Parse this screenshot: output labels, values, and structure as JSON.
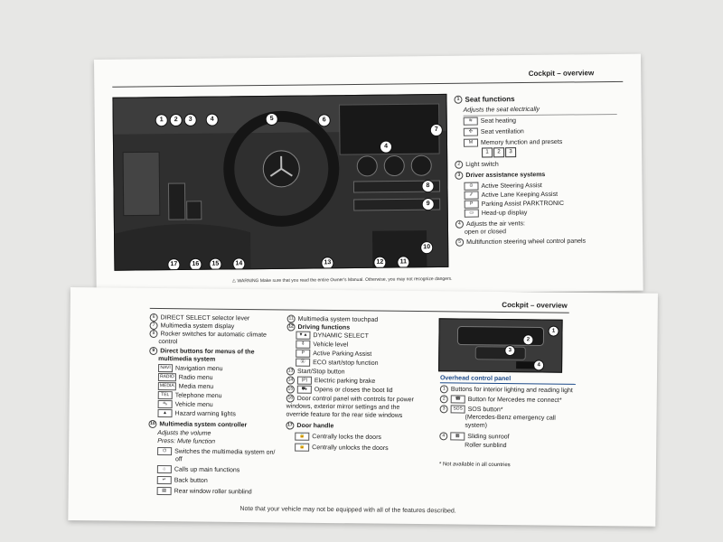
{
  "upper_page": {
    "header": "Cockpit – overview",
    "callouts": [
      "1",
      "2",
      "3",
      "4",
      "5",
      "6",
      "7",
      "4",
      "8",
      "9",
      "10",
      "11",
      "12",
      "13",
      "14",
      "15",
      "16",
      "17"
    ],
    "legend": [
      {
        "n": "1",
        "text": "Seat functions",
        "bold": true
      },
      {
        "text": "Adjusts the seat electrically",
        "italic": true,
        "indent": 1
      },
      {
        "icon": "seat-heat",
        "text": "Seat heating",
        "indent": 1
      },
      {
        "icon": "seat-vent",
        "text": "Seat ventilation",
        "indent": 1
      },
      {
        "icon": "M",
        "text": "Memory function and presets",
        "indent": 1
      },
      {
        "n": "2",
        "text": "Light switch"
      },
      {
        "n": "3",
        "text": "Driver assistance systems",
        "bold": true
      },
      {
        "icon": "steer",
        "text": "Active Steering Assist",
        "indent": 1
      },
      {
        "icon": "lane",
        "text": "Active Lane Keeping Assist",
        "indent": 1
      },
      {
        "icon": "park",
        "text": "Parking Assist PARKTRONIC",
        "indent": 1
      },
      {
        "icon": "hud",
        "text": "Head-up display",
        "indent": 1
      },
      {
        "n": "4",
        "text": "Adjusts the air vents:"
      },
      {
        "text": "open  or closed ",
        "indent": 1
      },
      {
        "n": "5",
        "text": "Multifunction steering wheel control panels"
      }
    ],
    "memory_buttons": [
      "1",
      "2",
      "3"
    ],
    "warning": "WARNING  Make sure that you read the entire Owner's Manual. Otherwise, you may not recognize dangers."
  },
  "lower_page": {
    "header": "Cockpit – overview",
    "col1": [
      {
        "n": "6",
        "text": "DIRECT SELECT selector lever"
      },
      {
        "n": "7",
        "text": "Multimedia system display"
      },
      {
        "n": "8",
        "text": "Rocker switches for automatic climate"
      },
      {
        "text": "control",
        "indent": 1
      },
      {
        "n": "9",
        "text": "Direct buttons for menus of the",
        "bold": true
      },
      {
        "text": "multimedia system",
        "bold": true,
        "indent": 1
      },
      {
        "icon": "NAVI",
        "text": "Navigation menu",
        "indent": 1
      },
      {
        "icon": "RADIO",
        "text": "Radio menu",
        "indent": 1
      },
      {
        "icon": "MEDIA",
        "text": "Media menu",
        "indent": 1
      },
      {
        "icon": "TEL",
        "text": "Telephone menu",
        "indent": 1
      },
      {
        "icon": "car",
        "text": "Vehicle menu",
        "indent": 1
      },
      {
        "icon": "▲",
        "text": "Hazard warning lights",
        "indent": 1
      },
      {
        "n": "10",
        "text": "Multimedia system controller",
        "bold": true
      },
      {
        "text": "Adjusts the volume",
        "italic": true,
        "indent": 1
      },
      {
        "text": "Press: Mute function",
        "italic": true,
        "indent": 1
      },
      {
        "icon": "⏻",
        "text": "Switches the multimedia system on/",
        "indent": 1
      },
      {
        "text": "off",
        "indent": 2
      },
      {
        "icon": "⌂",
        "text": "Calls up main functions",
        "indent": 1
      },
      {
        "icon": "↵",
        "text": "Back button",
        "indent": 1
      },
      {
        "icon": "shade",
        "text": "Rear window roller sunblind",
        "indent": 1
      }
    ],
    "col2": [
      {
        "n": "11",
        "text": "Multimedia system touchpad"
      },
      {
        "n": "12",
        "text": "Driving functions",
        "bold": true
      },
      {
        "icon": "▼▲",
        "text": "DYNAMIC SELECT",
        "indent": 1
      },
      {
        "icon": "level",
        "text": "Vehicle level",
        "indent": 1
      },
      {
        "icon": "park",
        "text": "Active Parking Assist",
        "indent": 1
      },
      {
        "icon": "eco",
        "text": "ECO start/stop function",
        "indent": 1
      },
      {
        "n": "13",
        "text": "Start/Stop button"
      },
      {
        "n": "14",
        "text": "Electric parking brake"
      },
      {
        "n": "15",
        "text": "Opens or closes the boot lid"
      },
      {
        "n": "16",
        "text": "Door control panel with controls for power"
      },
      {
        "text": "windows, exterior mirror settings and the",
        "indent": 0
      },
      {
        "text": "override feature for the rear side windows",
        "indent": 0
      },
      {
        "n": "17",
        "text": "Door handle",
        "bold": true
      },
      {
        "icon": "lock",
        "text": "Centrally locks the doors",
        "indent": 1
      },
      {
        "icon": "unlock",
        "text": "Centrally unlocks the doors",
        "indent": 1
      }
    ],
    "overhead_title": "Overhead control panel",
    "overhead_callouts": [
      "1",
      "2",
      "3",
      "4"
    ],
    "col3": [
      {
        "n": "1",
        "text": "Buttons for interior lighting and reading light"
      },
      {
        "n": "2",
        "icon": "phone",
        "text": "Button for Mercedes me connect*"
      },
      {
        "n": "3",
        "icon": "SOS",
        "text": "SOS button*"
      },
      {
        "text": "(Mercedes-Benz emergency call",
        "indent": 2
      },
      {
        "text": "system)",
        "indent": 2
      },
      {
        "n": "4",
        "icon": "roof",
        "text": "Sliding sunroof"
      },
      {
        "text": "Roller sunblind",
        "indent": 2
      }
    ],
    "note": "* Not available in all countries",
    "footer": "Note that your vehicle may not be equipped with all of the features described."
  }
}
